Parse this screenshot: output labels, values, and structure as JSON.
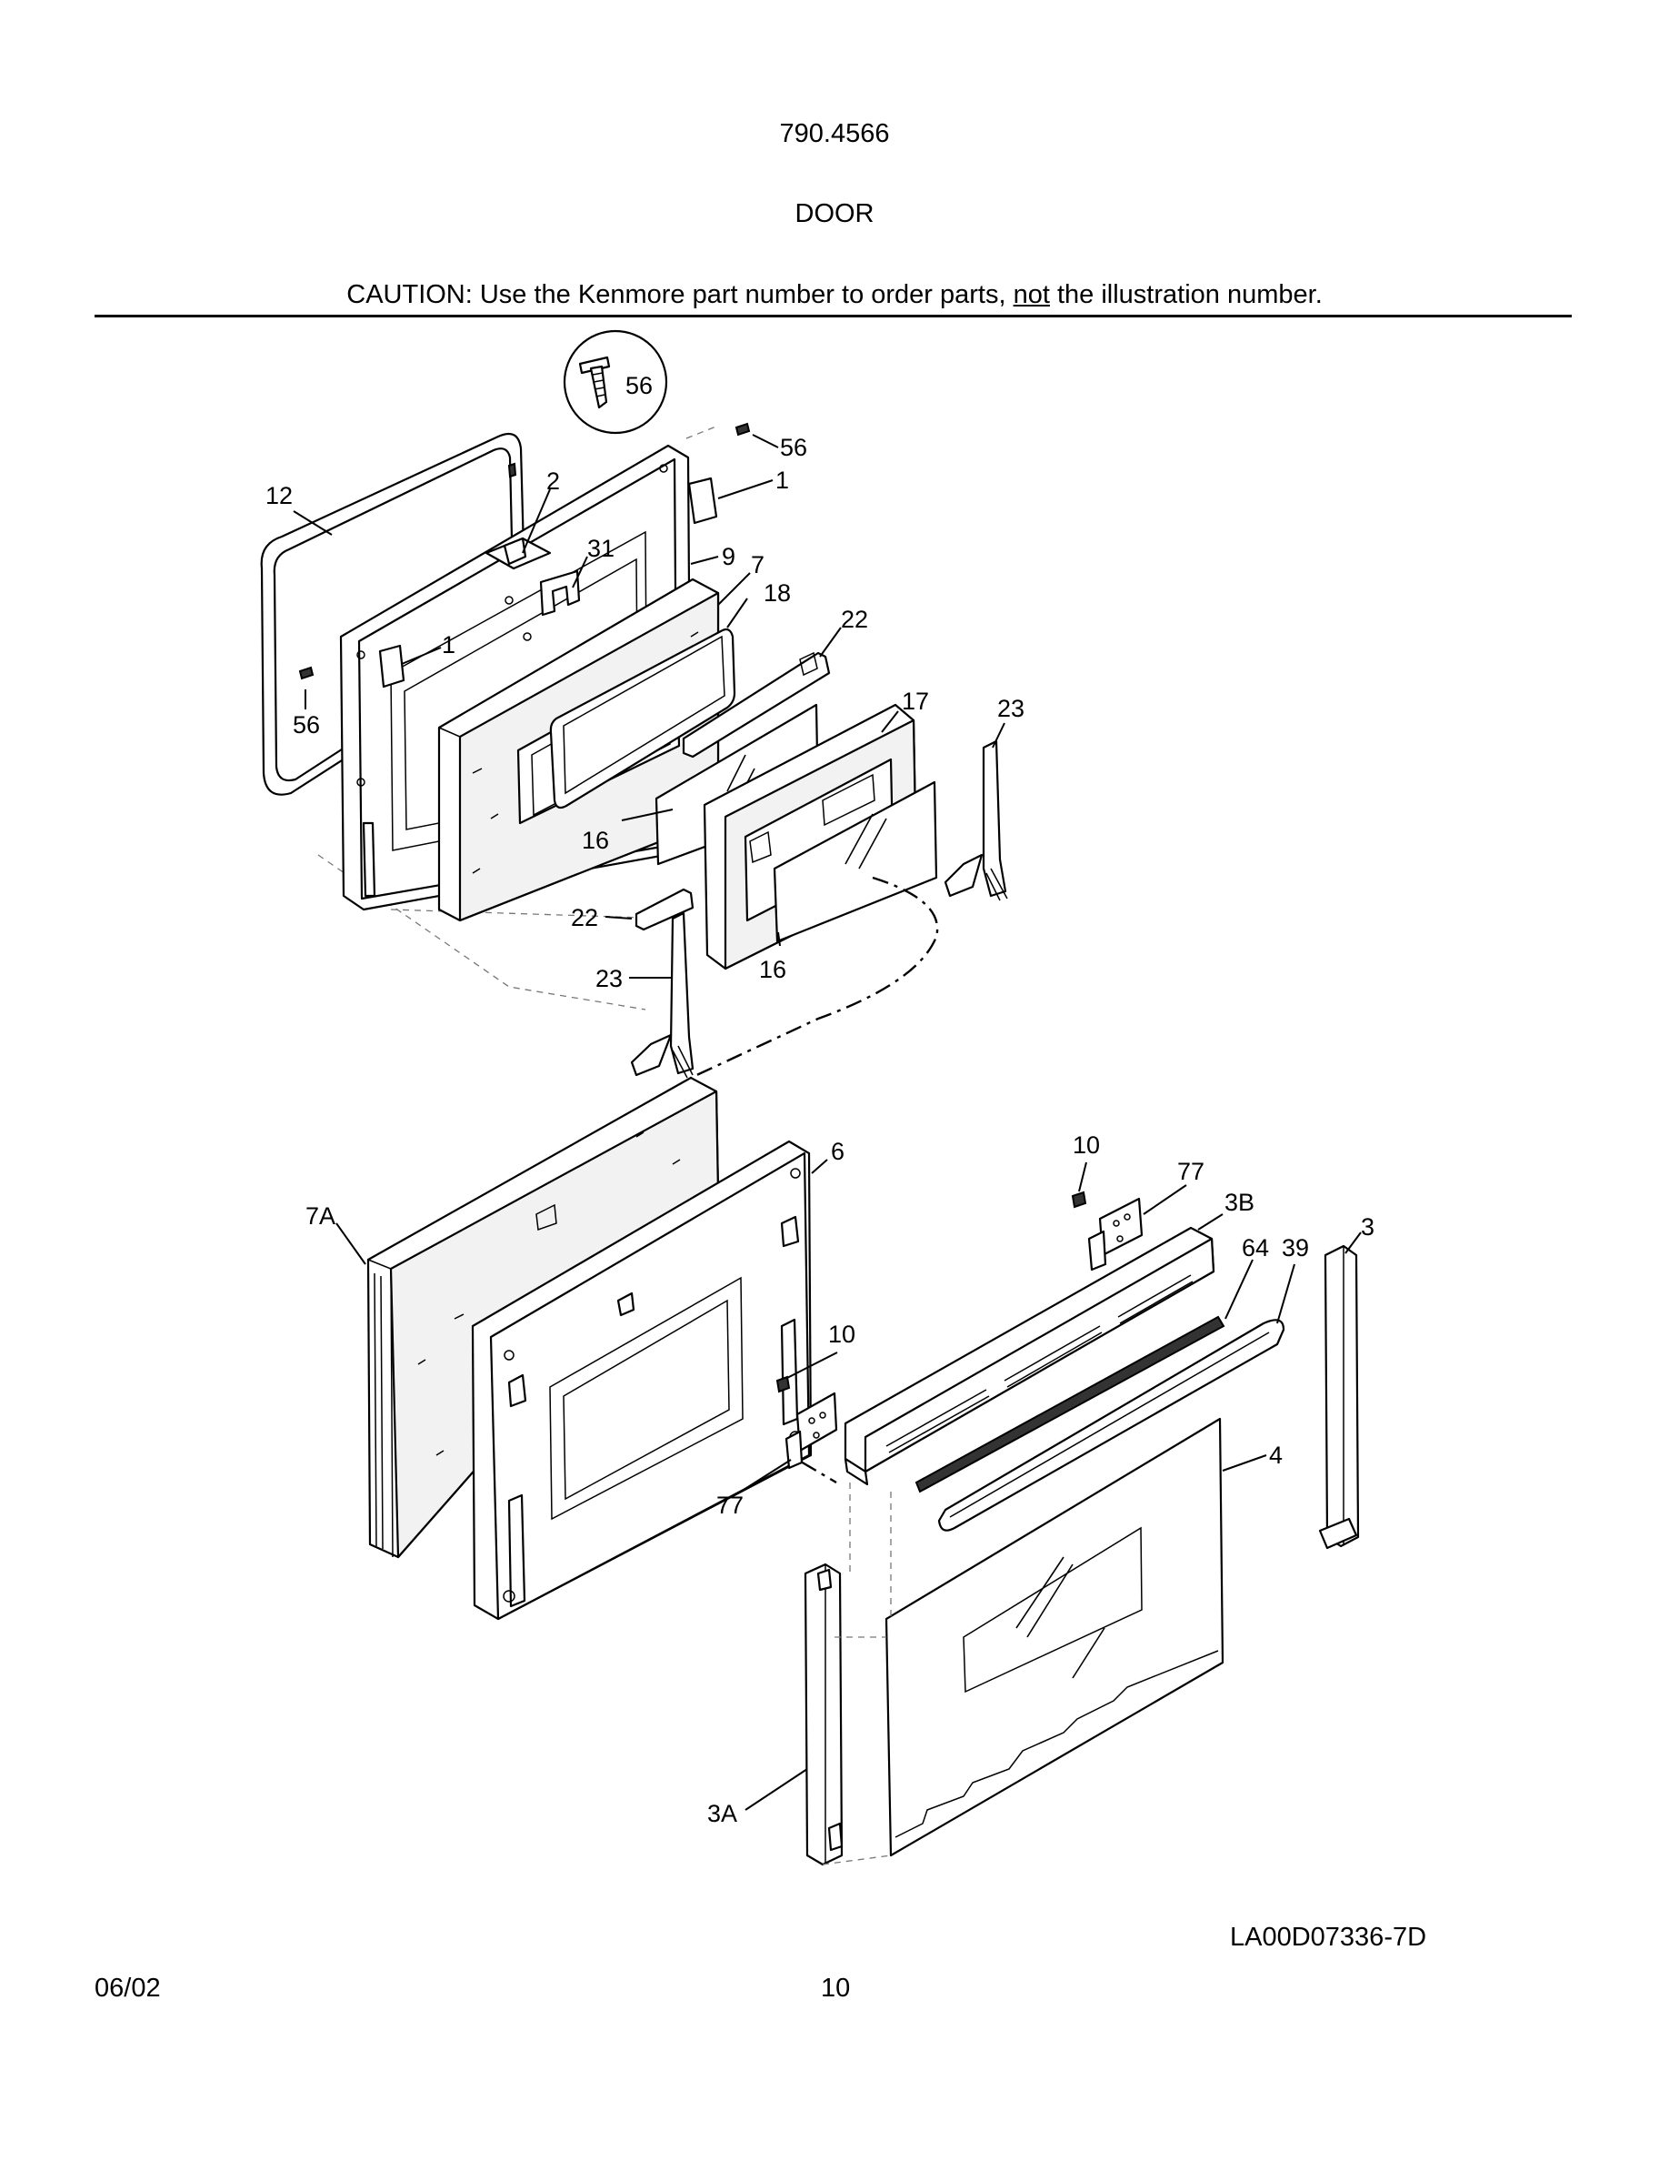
{
  "header": {
    "model": "790.4566",
    "section": "DOOR",
    "caution_before": "CAUTION: Use the Kenmore part number to order parts, ",
    "caution_underlined": "not",
    "caution_after": " the illustration number."
  },
  "callouts": {
    "c56_inset": "56",
    "c56_top": "56",
    "c1_top": "1",
    "c12": "12",
    "c2": "2",
    "c31": "31",
    "c9": "9",
    "c7": "7",
    "c18": "18",
    "c22_top": "22",
    "c1_left": "1",
    "c56_left": "56",
    "c17": "17",
    "c23_right": "23",
    "c16_left": "16",
    "c22_bottom": "22",
    "c16_bottom": "16",
    "c23_left": "23",
    "c6": "6",
    "c7A": "7A",
    "c10_top": "10",
    "c77_top": "77",
    "c3B": "3B",
    "c64": "64",
    "c39": "39",
    "c3": "3",
    "c10_mid": "10",
    "c77_bottom": "77",
    "c4": "4",
    "c3A": "3A"
  },
  "footer": {
    "figure_code": "LA00D07336-7D",
    "date": "06/02",
    "page": "10"
  }
}
